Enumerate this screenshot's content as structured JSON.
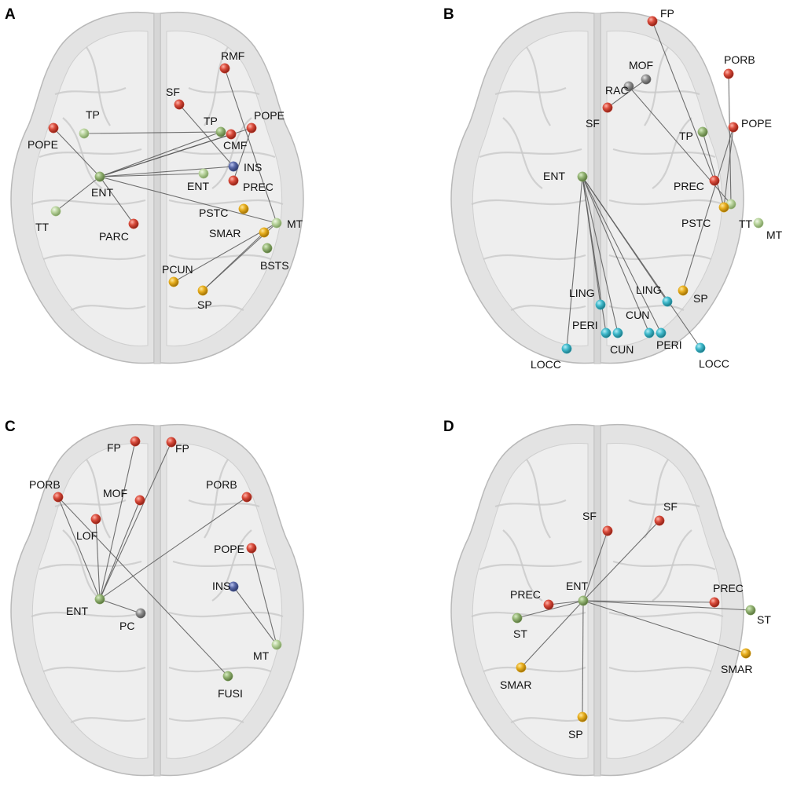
{
  "colors": {
    "red": "#d84a3a",
    "green": "#93b373",
    "lightgreen": "#b8d39c",
    "blue": "#5a69a9",
    "yellow": "#e6ad1c",
    "cyan": "#3fb9cb",
    "gray": "#8e8e8e",
    "edge": "#5a5a5a"
  },
  "panels": [
    {
      "letter": "A",
      "nodes": [
        {
          "id": "RMF",
          "label": "RMF",
          "color": "red"
        },
        {
          "id": "SF",
          "label": "SF",
          "color": "red"
        },
        {
          "id": "TP_L",
          "label": "TP",
          "color": "lightgreen"
        },
        {
          "id": "TP_R",
          "label": "TP",
          "color": "green"
        },
        {
          "id": "POPE_L",
          "label": "POPE",
          "color": "red"
        },
        {
          "id": "POPE_R",
          "label": "POPE",
          "color": "red"
        },
        {
          "id": "CMF",
          "label": "CMF",
          "color": "red"
        },
        {
          "id": "INS",
          "label": "INS",
          "color": "blue"
        },
        {
          "id": "ENT_L",
          "label": "ENT",
          "color": "green"
        },
        {
          "id": "ENT_R",
          "label": "ENT",
          "color": "lightgreen"
        },
        {
          "id": "PREC",
          "label": "PREC",
          "color": "red"
        },
        {
          "id": "TT",
          "label": "TT",
          "color": "lightgreen"
        },
        {
          "id": "PARC",
          "label": "PARC",
          "color": "red"
        },
        {
          "id": "PSTC",
          "label": "PSTC",
          "color": "yellow"
        },
        {
          "id": "MT",
          "label": "MT",
          "color": "lightgreen"
        },
        {
          "id": "SMAR",
          "label": "SMAR",
          "color": "yellow"
        },
        {
          "id": "BSTS",
          "label": "BSTS",
          "color": "green"
        },
        {
          "id": "PCUN",
          "label": "PCUN",
          "color": "yellow"
        },
        {
          "id": "SP",
          "label": "SP",
          "color": "yellow"
        }
      ],
      "edges": [
        [
          "ENT_L",
          "POPE_L"
        ],
        [
          "ENT_L",
          "TT"
        ],
        [
          "ENT_L",
          "PARC"
        ],
        [
          "ENT_L",
          "TP_R"
        ],
        [
          "ENT_L",
          "CMF"
        ],
        [
          "ENT_L",
          "POPE_R"
        ],
        [
          "ENT_L",
          "INS"
        ],
        [
          "ENT_L",
          "ENT_R"
        ],
        [
          "ENT_L",
          "MT"
        ],
        [
          "TP_L",
          "TP_R"
        ],
        [
          "SF",
          "INS"
        ],
        [
          "RMF",
          "MT"
        ],
        [
          "MT",
          "PCUN"
        ],
        [
          "MT",
          "SP"
        ],
        [
          "SMAR",
          "SP"
        ],
        [
          "POPE_R",
          "PREC"
        ]
      ]
    },
    {
      "letter": "B",
      "nodes": [
        {
          "id": "FP",
          "label": "FP",
          "color": "red"
        },
        {
          "id": "PORB",
          "label": "PORB",
          "color": "red"
        },
        {
          "id": "MOF",
          "label": "MOF",
          "color": "gray"
        },
        {
          "id": "RAC",
          "label": "RAC",
          "color": "gray"
        },
        {
          "id": "SF",
          "label": "SF",
          "color": "red"
        },
        {
          "id": "TP",
          "label": "TP",
          "color": "green"
        },
        {
          "id": "POPE",
          "label": "POPE",
          "color": "red"
        },
        {
          "id": "ENT",
          "label": "ENT",
          "color": "green"
        },
        {
          "id": "PREC",
          "label": "PREC",
          "color": "red"
        },
        {
          "id": "TT",
          "label": "TT",
          "color": "lightgreen"
        },
        {
          "id": "PSTC",
          "label": "PSTC",
          "color": "yellow"
        },
        {
          "id": "MT",
          "label": "MT",
          "color": "lightgreen"
        },
        {
          "id": "LING_L",
          "label": "LING",
          "color": "cyan"
        },
        {
          "id": "LING_R",
          "label": "LING",
          "color": "cyan"
        },
        {
          "id": "SP",
          "label": "SP",
          "color": "yellow"
        },
        {
          "id": "PERI_L",
          "label": "PERI",
          "color": "cyan"
        },
        {
          "id": "CUN_L",
          "label": "CUN",
          "color": "cyan"
        },
        {
          "id": "CUN_R",
          "label": "CUN",
          "color": "cyan"
        },
        {
          "id": "PERI_R",
          "label": "PERI",
          "color": "cyan"
        },
        {
          "id": "LOCC_L",
          "label": "LOCC",
          "color": "cyan"
        },
        {
          "id": "LOCC_R",
          "label": "LOCC",
          "color": "cyan"
        }
      ],
      "edges": [
        [
          "ENT",
          "LING_L"
        ],
        [
          "ENT",
          "LOCC_L"
        ],
        [
          "ENT",
          "PERI_L"
        ],
        [
          "ENT",
          "CUN_L"
        ],
        [
          "ENT",
          "CUN_R"
        ],
        [
          "ENT",
          "PERI_R"
        ],
        [
          "ENT",
          "LING_R"
        ],
        [
          "ENT",
          "LOCC_R"
        ],
        [
          "FP",
          "PREC"
        ],
        [
          "MOF",
          "SF"
        ],
        [
          "RAC",
          "TT"
        ],
        [
          "PORB",
          "TT"
        ],
        [
          "POPE",
          "PSTC"
        ],
        [
          "POPE",
          "SP"
        ],
        [
          "TP",
          "PSTC"
        ]
      ]
    },
    {
      "letter": "C",
      "nodes": [
        {
          "id": "FP_L",
          "label": "FP",
          "color": "red"
        },
        {
          "id": "FP_R",
          "label": "FP",
          "color": "red"
        },
        {
          "id": "PORB_L",
          "label": "PORB",
          "color": "red"
        },
        {
          "id": "PORB_R",
          "label": "PORB",
          "color": "red"
        },
        {
          "id": "MOF",
          "label": "MOF",
          "color": "red"
        },
        {
          "id": "LOF",
          "label": "LOF",
          "color": "red"
        },
        {
          "id": "POPE",
          "label": "POPE",
          "color": "red"
        },
        {
          "id": "INS",
          "label": "INS",
          "color": "blue"
        },
        {
          "id": "ENT",
          "label": "ENT",
          "color": "green"
        },
        {
          "id": "PC",
          "label": "PC",
          "color": "gray"
        },
        {
          "id": "MT",
          "label": "MT",
          "color": "lightgreen"
        },
        {
          "id": "FUSI",
          "label": "FUSI",
          "color": "green"
        }
      ],
      "edges": [
        [
          "ENT",
          "FP_L"
        ],
        [
          "ENT",
          "MOF"
        ],
        [
          "ENT",
          "FP_R"
        ],
        [
          "ENT",
          "LOF"
        ],
        [
          "ENT",
          "PORB_L"
        ],
        [
          "ENT",
          "PORB_R"
        ],
        [
          "ENT",
          "PC"
        ],
        [
          "PORB_L",
          "FUSI"
        ],
        [
          "POPE",
          "MT"
        ],
        [
          "INS",
          "MT"
        ]
      ]
    },
    {
      "letter": "D",
      "nodes": [
        {
          "id": "SF_L",
          "label": "SF",
          "color": "red"
        },
        {
          "id": "SF_R",
          "label": "SF",
          "color": "red"
        },
        {
          "id": "ENT",
          "label": "ENT",
          "color": "green"
        },
        {
          "id": "PREC_L",
          "label": "PREC",
          "color": "red"
        },
        {
          "id": "PREC_R",
          "label": "PREC",
          "color": "red"
        },
        {
          "id": "ST_L",
          "label": "ST",
          "color": "green"
        },
        {
          "id": "ST_R",
          "label": "ST",
          "color": "green"
        },
        {
          "id": "SMAR_L",
          "label": "SMAR",
          "color": "yellow"
        },
        {
          "id": "SMAR_R",
          "label": "SMAR",
          "color": "yellow"
        },
        {
          "id": "SP",
          "label": "SP",
          "color": "yellow"
        }
      ],
      "edges": [
        [
          "ENT",
          "SF_L"
        ],
        [
          "ENT",
          "SF_R"
        ],
        [
          "ENT",
          "PREC_L"
        ],
        [
          "ENT",
          "PREC_R"
        ],
        [
          "ENT",
          "ST_L"
        ],
        [
          "ENT",
          "ST_R"
        ],
        [
          "ENT",
          "SMAR_L"
        ],
        [
          "ENT",
          "SMAR_R"
        ],
        [
          "ENT",
          "SP"
        ]
      ]
    }
  ]
}
